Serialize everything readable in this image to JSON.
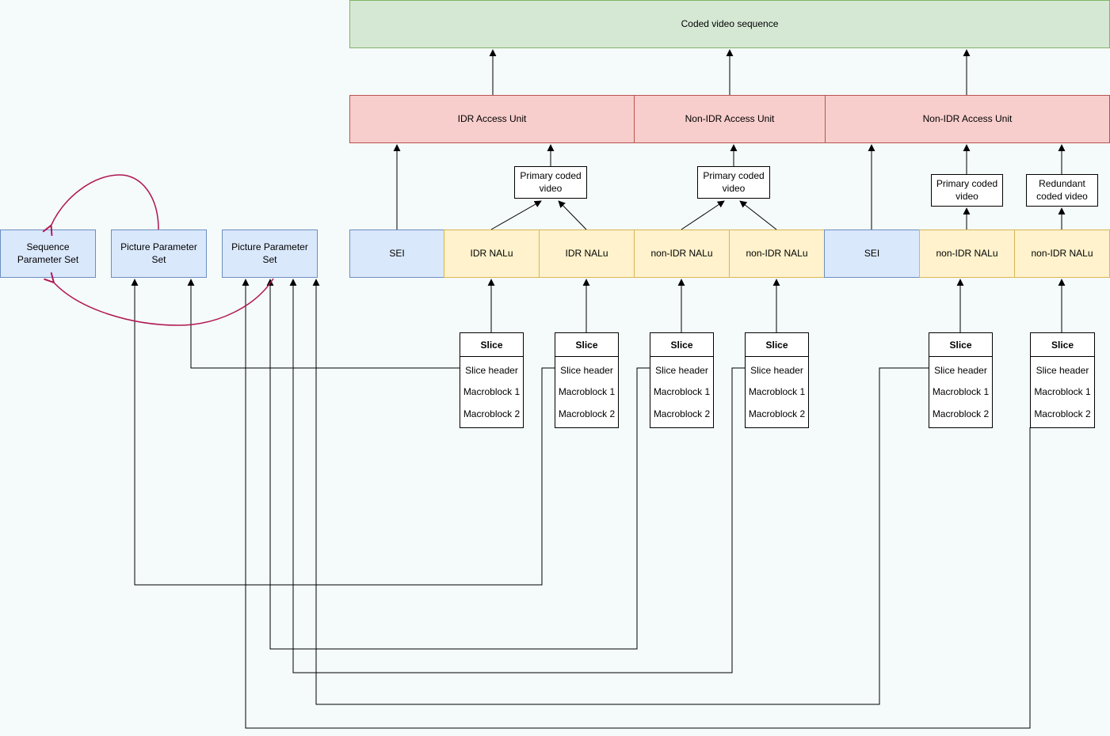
{
  "diagram": {
    "colors": {
      "background": "#f5fafa",
      "sequence_fill": "#d5e8d4",
      "sequence_stroke": "#82b366",
      "access_unit_fill": "#f8cecc",
      "access_unit_stroke": "#b85450",
      "sei_parameter_fill": "#dae8fc",
      "sei_parameter_stroke": "#6c8ebf",
      "nalu_fill": "#fff2cc",
      "nalu_stroke": "#d6b656",
      "plain_fill": "#ffffff",
      "connector": "#000000",
      "reference_arrow": "#b01552"
    },
    "sequence": {
      "label": "Coded video sequence"
    },
    "access_units": [
      {
        "label": "IDR Access Unit"
      },
      {
        "label": "Non-IDR Access Unit"
      },
      {
        "label": "Non-IDR Access Unit"
      }
    ],
    "coded_videos": [
      {
        "label": "Primary coded video"
      },
      {
        "label": "Primary coded video"
      },
      {
        "label": "Primary coded video"
      },
      {
        "label": "Redundant coded video"
      }
    ],
    "nal_units": [
      {
        "label": "SEI"
      },
      {
        "label": "IDR NALu"
      },
      {
        "label": "IDR NALu"
      },
      {
        "label": "non-IDR NALu"
      },
      {
        "label": "non-IDR NALu"
      },
      {
        "label": "SEI"
      },
      {
        "label": "non-IDR NALu"
      },
      {
        "label": "non-IDR NALu"
      }
    ],
    "parameter_sets": [
      {
        "label": "Sequence Parameter Set"
      },
      {
        "label": "Picture Parameter Set"
      },
      {
        "label": "Picture Parameter Set"
      }
    ],
    "slices": [
      {
        "title": "Slice",
        "rows": [
          "Slice header",
          "Macroblock 1",
          "Macroblock 2"
        ]
      },
      {
        "title": "Slice",
        "rows": [
          "Slice header",
          "Macroblock 1",
          "Macroblock 2"
        ]
      },
      {
        "title": "Slice",
        "rows": [
          "Slice header",
          "Macroblock 1",
          "Macroblock 2"
        ]
      },
      {
        "title": "Slice",
        "rows": [
          "Slice header",
          "Macroblock 1",
          "Macroblock 2"
        ]
      },
      {
        "title": "Slice",
        "rows": [
          "Slice header",
          "Macroblock 1",
          "Macroblock 2"
        ]
      },
      {
        "title": "Slice",
        "rows": [
          "Slice header",
          "Macroblock 1",
          "Macroblock 2"
        ]
      }
    ]
  }
}
